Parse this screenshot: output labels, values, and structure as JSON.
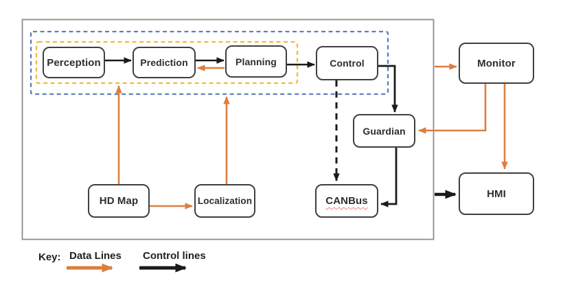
{
  "diagram": {
    "nodes": {
      "perception": {
        "label": "Perception"
      },
      "prediction": {
        "label": "Prediction"
      },
      "planning": {
        "label": "Planning"
      },
      "control": {
        "label": "Control"
      },
      "monitor": {
        "label": "Monitor"
      },
      "guardian": {
        "label": "Guardian"
      },
      "hd_map": {
        "label": "HD Map"
      },
      "localization": {
        "label": "Localization"
      },
      "canbus": {
        "label": "CANBus",
        "spellcheck_underline": true
      },
      "hmi": {
        "label": "HMI"
      }
    },
    "groups": {
      "outer_dashed": {
        "style": "dashed",
        "color": "#5b7fbe",
        "contains": [
          "perception",
          "prediction",
          "planning",
          "control"
        ]
      },
      "inner_dashed": {
        "style": "dashed",
        "color": "#f0ba42",
        "contains": [
          "perception",
          "prediction",
          "planning"
        ]
      },
      "system_box": {
        "style": "solid",
        "color": "#8c8c8c",
        "contains": [
          "perception",
          "prediction",
          "planning",
          "control",
          "guardian",
          "hd_map",
          "localization",
          "canbus"
        ]
      }
    },
    "edges": [
      {
        "from": "perception",
        "to": "prediction",
        "type": "control",
        "style": "solid"
      },
      {
        "from": "prediction",
        "to": "planning",
        "type": "control",
        "style": "solid"
      },
      {
        "from": "planning",
        "to": "prediction",
        "type": "data",
        "style": "solid"
      },
      {
        "from": "planning",
        "to": "control",
        "type": "control",
        "style": "solid"
      },
      {
        "from": "control",
        "to": "guardian",
        "type": "control",
        "style": "solid"
      },
      {
        "from": "control",
        "to": "canbus",
        "type": "control",
        "style": "dashed"
      },
      {
        "from": "guardian",
        "to": "canbus",
        "type": "control",
        "style": "solid"
      },
      {
        "from": "hd_map",
        "to": "inner_dashed_group",
        "type": "data",
        "style": "solid"
      },
      {
        "from": "hd_map",
        "to": "localization",
        "type": "data",
        "style": "solid"
      },
      {
        "from": "localization",
        "to": "outer_dashed_group",
        "type": "data",
        "style": "solid"
      },
      {
        "from": "system_box",
        "to": "monitor",
        "type": "data",
        "style": "solid"
      },
      {
        "from": "monitor",
        "to": "guardian",
        "type": "data",
        "style": "solid"
      },
      {
        "from": "monitor",
        "to": "hmi",
        "type": "data",
        "style": "solid"
      },
      {
        "from": "system_box",
        "to": "hmi",
        "type": "control",
        "style": "solid"
      }
    ],
    "legend": {
      "key_label": "Key:",
      "items": [
        {
          "label": "Data Lines",
          "type": "data",
          "color": "#dd7e3e"
        },
        {
          "label": "Control lines",
          "type": "control",
          "color": "#1a1a1a"
        }
      ]
    },
    "colors": {
      "data_line": "#dd7e3e",
      "control_line": "#1a1a1a",
      "outer_dashed_group": "#5b7fbe",
      "inner_dashed_group": "#f0ba42",
      "node_border": "#3f3f3f",
      "system_border": "#8c8c8c",
      "spellcheck_underline": "#e8837b"
    }
  }
}
